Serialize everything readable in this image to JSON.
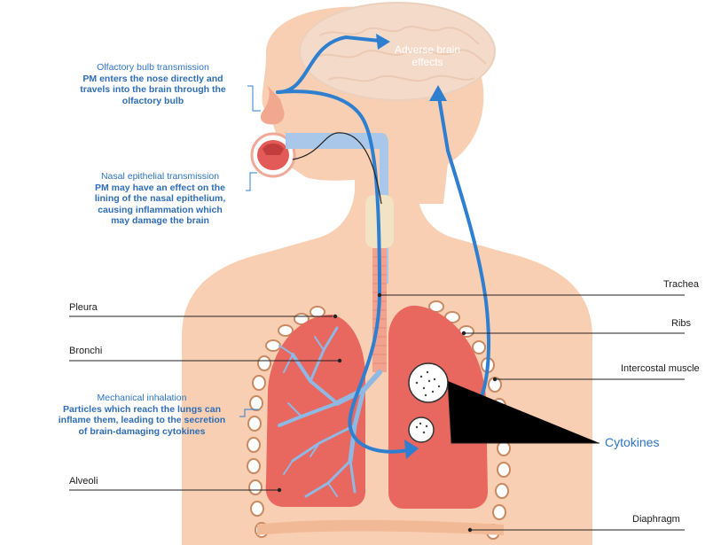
{
  "brain_label": "Adverse brain effects",
  "olfactory": {
    "title": "Olfactory bulb transmission",
    "lines": [
      "PM enters the nose directly and",
      "travels into the brain through the",
      "olfactory bulb"
    ]
  },
  "nasal": {
    "title": "Nasal epithelial transmission",
    "lines": [
      "PM may have an effect on the",
      "lining of the nasal epithelium,",
      "causing inflammation which",
      "may damage the brain"
    ]
  },
  "mechanical": {
    "title": "Mechanical inhalation",
    "lines": [
      "Particles which reach the lungs can",
      "inflame them, leading to the secretion",
      "of brain-damaging cytokines"
    ]
  },
  "labels": {
    "pleura": "Pleura",
    "bronchi": "Bronchi",
    "alveoli": "Alveoli",
    "trachea": "Trachea",
    "ribs": "Ribs",
    "intercostal": "Intercostal muscle",
    "cytokines": "Cytokines",
    "diaphragm": "Diaphragm"
  },
  "colors": {
    "skin": "#f8cfb3",
    "skin_dark": "#f1b996",
    "brain": "#f4dbc9",
    "lung": "#e8675f",
    "arrow": "#2f7fd0",
    "bronchi": "#8fb8e3",
    "text_blue": "#2d74c4"
  }
}
